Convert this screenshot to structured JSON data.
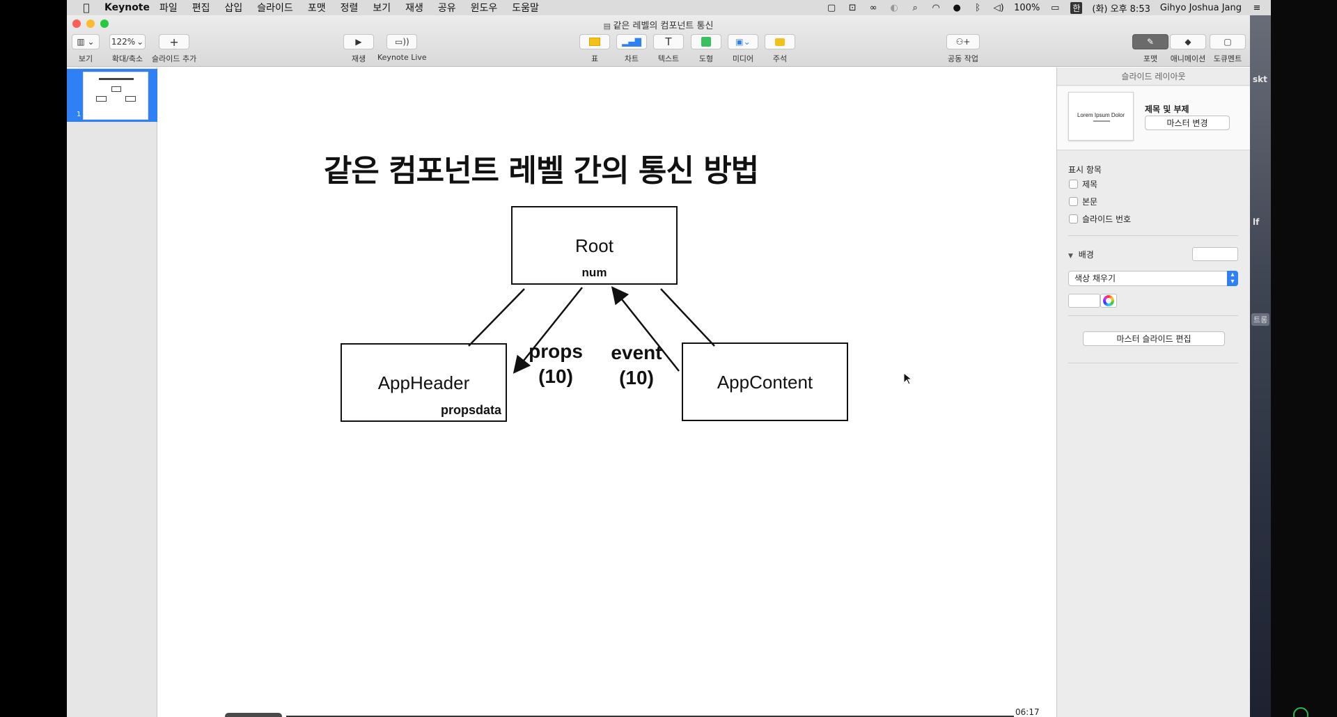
{
  "menubar": {
    "app_name": "Keynote",
    "items": [
      "파일",
      "편집",
      "삽입",
      "슬라이드",
      "포맷",
      "정렬",
      "보기",
      "재생",
      "공유",
      "윈도우",
      "도움말"
    ],
    "battery": "100%",
    "input_source": "한",
    "clock": "(화) 오후 8:53",
    "user": "Gihyo Joshua Jang"
  },
  "window": {
    "title": "같은 레벨의 컴포넌트 통신"
  },
  "toolbar": {
    "view_label": "보기",
    "zoom_value": "122%",
    "zoom_label": "확대/축소",
    "add_slide_label": "슬라이드 추가",
    "play_label": "재생",
    "keynote_live_label": "Keynote Live",
    "table_label": "표",
    "chart_label": "차트",
    "text_label": "텍스트",
    "shape_label": "도형",
    "media_label": "미디어",
    "comment_label": "주석",
    "collaborate_label": "공동 작업",
    "format_label": "포맷",
    "animate_label": "애니메이션",
    "document_label": "도큐멘트"
  },
  "navigator": {
    "slide_number": "1"
  },
  "slide": {
    "title": "같은 컴포넌트 레벨 간의 통신 방법",
    "root": {
      "name": "Root",
      "data": "num"
    },
    "header": {
      "name": "AppHeader",
      "data": "propsdata"
    },
    "content": {
      "name": "AppContent"
    },
    "props_label_line1": "props",
    "props_label_line2": "(10)",
    "event_label_line1": "event",
    "event_label_line2": "(10)"
  },
  "video": {
    "time": "06:17"
  },
  "inspector": {
    "header": "슬라이드 레이아웃",
    "layout_thumb_text": "Lorem Ipsum Dolor",
    "layout_name": "제목 및 부제",
    "change_master_label": "마스터 변경",
    "appearance_title": "표시 항목",
    "checkbox_title": "제목",
    "checkbox_body": "본문",
    "checkbox_slide_number": "슬라이드 번호",
    "background_title": "배경",
    "fill_type": "색상 채우기",
    "edit_master_label": "마스터 슬라이드 편집"
  },
  "desktop": {
    "label_top": "skt",
    "label_mid": "lf",
    "label_chip": "트롱"
  },
  "colors": {
    "selection_blue": "#2f7ff5",
    "close": "#fc5f57",
    "minimize": "#fdbc2e",
    "zoom": "#28c840",
    "table_yellow": "#f2c21b",
    "chart_blue": "#2f7ff5",
    "shape_green": "#35c35d"
  }
}
